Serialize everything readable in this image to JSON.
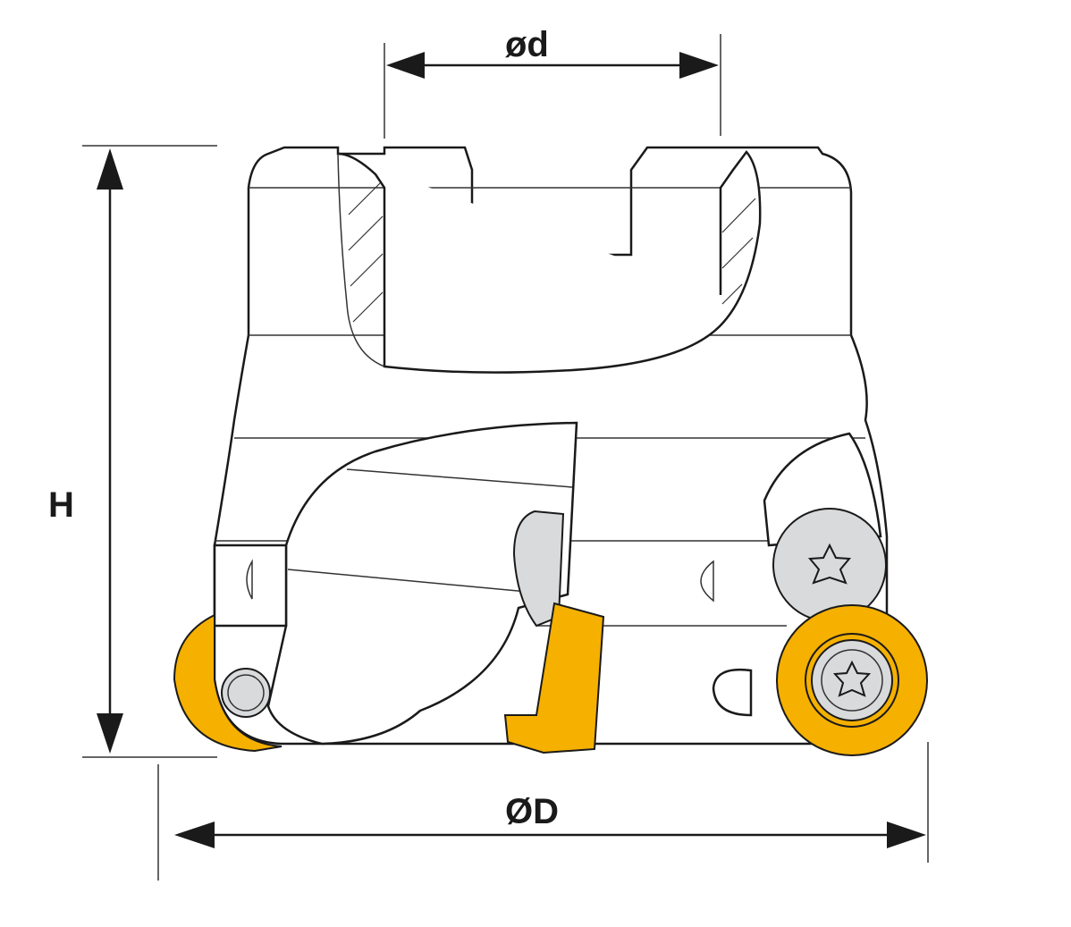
{
  "dimensions": {
    "bore_diameter": "ød",
    "height": "H",
    "outer_diameter": "ØD"
  },
  "colors": {
    "insert": "#f5b000",
    "screw": "#d9dadb",
    "line": "#1a1a1a"
  }
}
